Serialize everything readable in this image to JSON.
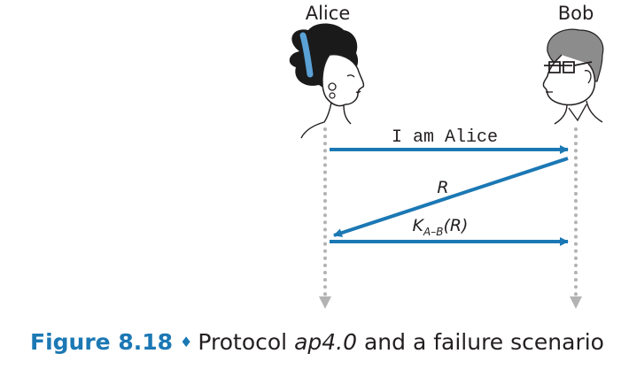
{
  "actors": {
    "alice": "Alice",
    "bob": "Bob"
  },
  "messages": {
    "m1": "I am Alice",
    "m2": "R",
    "m3_base": "K",
    "m3_sub": "A–B",
    "m3_arg": "(R)"
  },
  "caption": {
    "figure_number": "Figure 8.18",
    "separator": "♦",
    "text_before": "Protocol ",
    "protocol_name": "ap4.0",
    "text_after": " and a failure scenario"
  },
  "colors": {
    "arrow": "#1b78b4",
    "lifeline": "#b3b3b3",
    "caption_accent": "#1b78b4",
    "text": "#231f20"
  }
}
